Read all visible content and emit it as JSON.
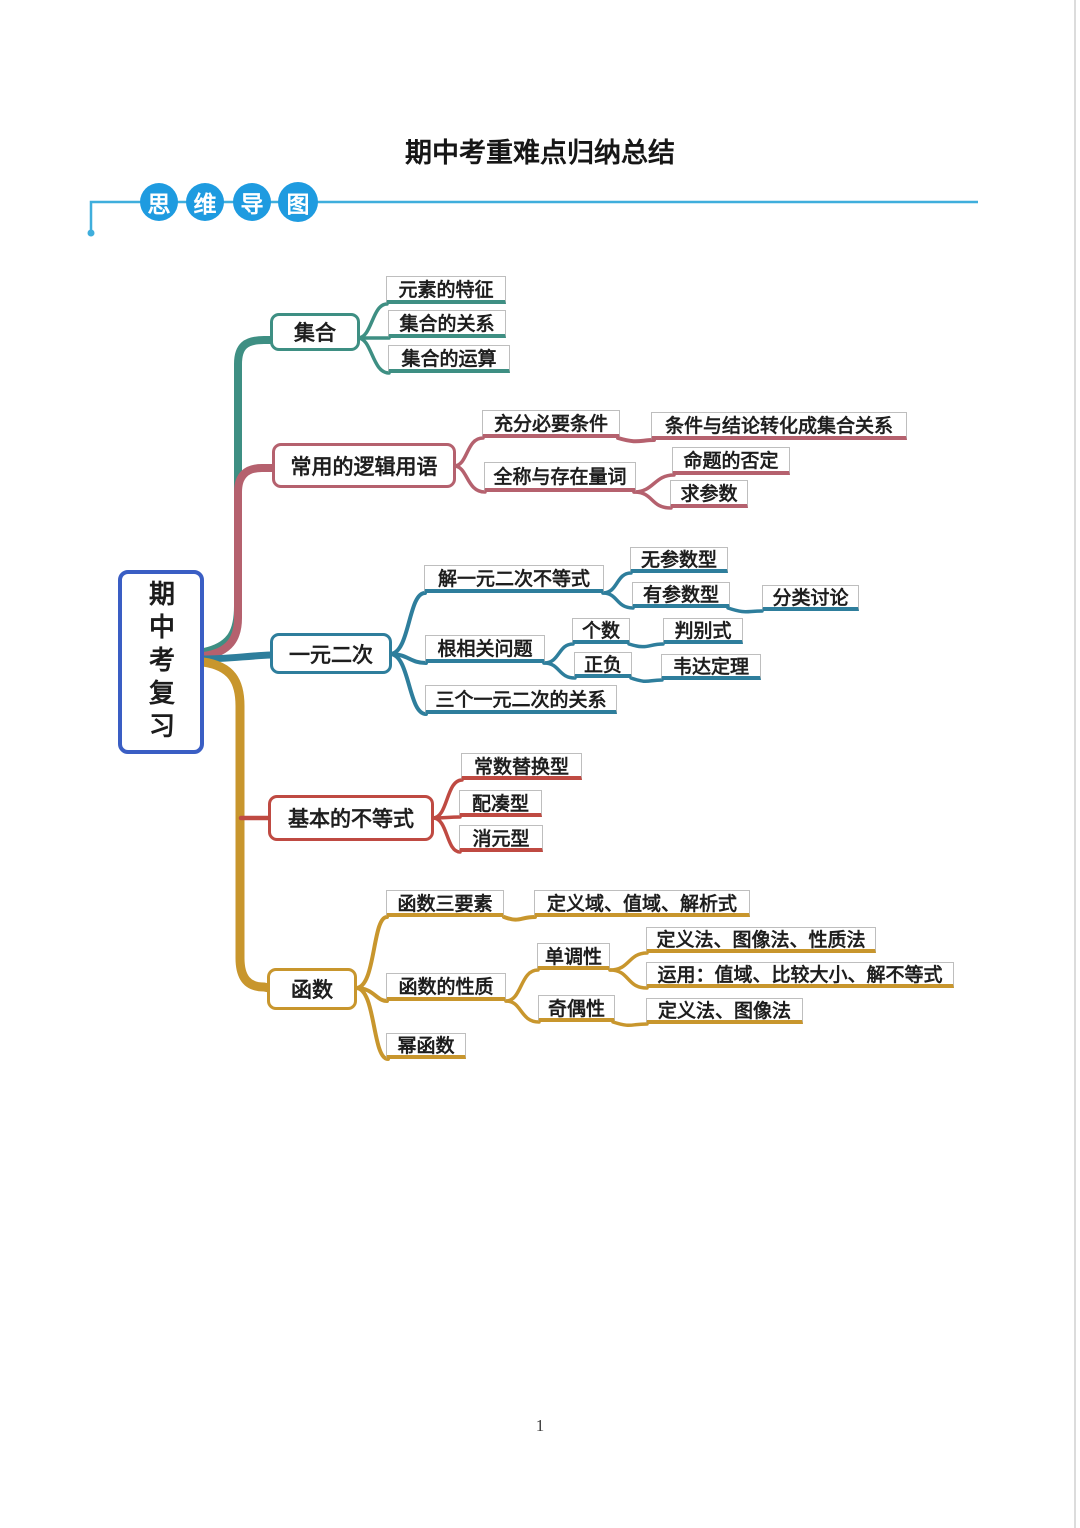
{
  "page": {
    "title": "期中考重难点归纳总结",
    "page_number": "1"
  },
  "section_badge": {
    "chars": [
      "思",
      "维",
      "导",
      "图"
    ]
  },
  "colors": {
    "header_line": "#3FAEDC",
    "badge_blue": "#1E9BE0",
    "root_border": "#3A5EC4",
    "branch_sets": "#3E8F83",
    "branch_logic": "#B5616E",
    "branch_quadratic": "#2E7E9C",
    "branch_inequality": "#BF4A42",
    "branch_functions": "#C8962D"
  },
  "mindmap": {
    "root": "期中考复习",
    "branches": [
      {
        "label": "集合",
        "children": [
          {
            "label": "元素的特征"
          },
          {
            "label": "集合的关系"
          },
          {
            "label": "集合的运算"
          }
        ]
      },
      {
        "label": "常用的逻辑用语",
        "children": [
          {
            "label": "充分必要条件",
            "children": [
              {
                "label": "条件与结论转化成集合关系"
              }
            ]
          },
          {
            "label": "全称与存在量词",
            "children": [
              {
                "label": "命题的否定"
              },
              {
                "label": "求参数"
              }
            ]
          }
        ]
      },
      {
        "label": "一元二次",
        "children": [
          {
            "label": "解一元二次不等式",
            "children": [
              {
                "label": "无参数型"
              },
              {
                "label": "有参数型",
                "children": [
                  {
                    "label": "分类讨论"
                  }
                ]
              }
            ]
          },
          {
            "label": "根相关问题",
            "children": [
              {
                "label": "个数",
                "children": [
                  {
                    "label": "判别式"
                  }
                ]
              },
              {
                "label": "正负",
                "children": [
                  {
                    "label": "韦达定理"
                  }
                ]
              }
            ]
          },
          {
            "label": "三个一元二次的关系"
          }
        ]
      },
      {
        "label": "基本的不等式",
        "children": [
          {
            "label": "常数替换型"
          },
          {
            "label": "配凑型"
          },
          {
            "label": "消元型"
          }
        ]
      },
      {
        "label": "函数",
        "children": [
          {
            "label": "函数三要素",
            "children": [
              {
                "label": "定义域、值域、解析式"
              }
            ]
          },
          {
            "label": "函数的性质",
            "children": [
              {
                "label": "单调性",
                "children": [
                  {
                    "label": "定义法、图像法、性质法"
                  },
                  {
                    "label": "运用：值域、比较大小、解不等式"
                  }
                ]
              },
              {
                "label": "奇偶性",
                "children": [
                  {
                    "label": "定义法、图像法"
                  }
                ]
              }
            ]
          },
          {
            "label": "幂函数"
          }
        ]
      }
    ]
  }
}
